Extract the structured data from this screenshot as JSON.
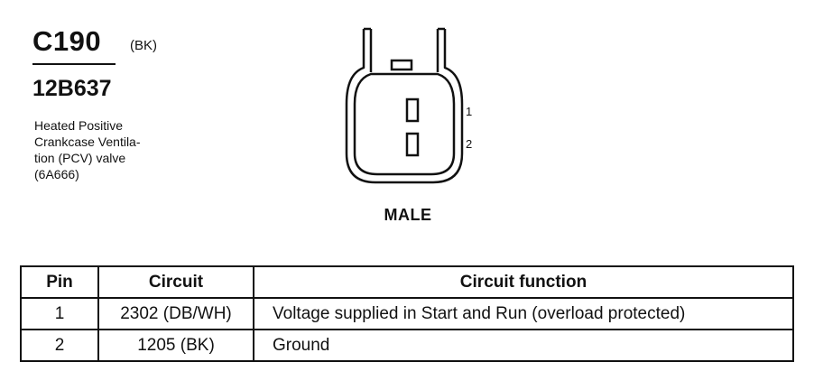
{
  "connector": {
    "id": "C190",
    "color": "(BK)",
    "part_number": "12B637",
    "description_lines": [
      "Heated Positive",
      "Crankcase Ventila-",
      "tion (PCV) valve",
      "(6A666)"
    ],
    "gender": "MALE",
    "pin_labels": [
      "1",
      "2"
    ]
  },
  "table": {
    "headers": [
      "Pin",
      "Circuit",
      "Circuit function"
    ],
    "rows": [
      {
        "pin": "1",
        "circuit": "2302 (DB/WH)",
        "function": "Voltage supplied in Start and Run (overload protected)"
      },
      {
        "pin": "2",
        "circuit": "1205 (BK)",
        "function": "Ground"
      }
    ]
  }
}
